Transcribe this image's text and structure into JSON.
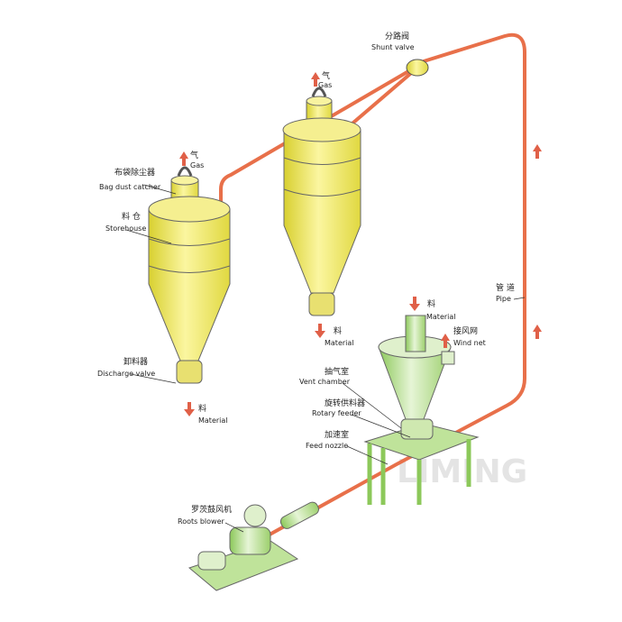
{
  "labels": {
    "shunt_valve": {
      "zh": "分路阀",
      "en": "Shunt valve"
    },
    "gas_middle": {
      "zh": "气",
      "en": "Gas"
    },
    "gas_left": {
      "zh": "气",
      "en": "Gas"
    },
    "bag_dust_catcher": {
      "zh": "布袋除尘器",
      "en": "Bag dust catcher"
    },
    "storehouse": {
      "zh": "料 仓",
      "en": "Storehouse"
    },
    "discharge_valve": {
      "zh": "卸料器",
      "en": "Discharge valve"
    },
    "material_left": {
      "zh": "料",
      "en": "Material"
    },
    "material_middle": {
      "zh": "料",
      "en": "Material"
    },
    "material_feed": {
      "zh": "料",
      "en": "Material"
    },
    "wind_net": {
      "zh": "接风网",
      "en": "Wind net"
    },
    "vent_chamber": {
      "zh": "抽气室",
      "en": "Vent chamber"
    },
    "rotary_feeder": {
      "zh": "旋转供料器",
      "en": "Rotary feeder"
    },
    "feed_nozzle": {
      "zh": "加速室",
      "en": "Feed nozzle"
    },
    "pipe": {
      "zh": "管 道",
      "en": "Pipe"
    },
    "roots_blower": {
      "zh": "罗茨鼓风机",
      "en": "Roots blower"
    }
  },
  "watermark": "LIMING",
  "colors": {
    "silo": "#f2ec5a",
    "feeder": "#a8d67a",
    "pipe": "#e8704a",
    "arrow": "#e06048"
  }
}
